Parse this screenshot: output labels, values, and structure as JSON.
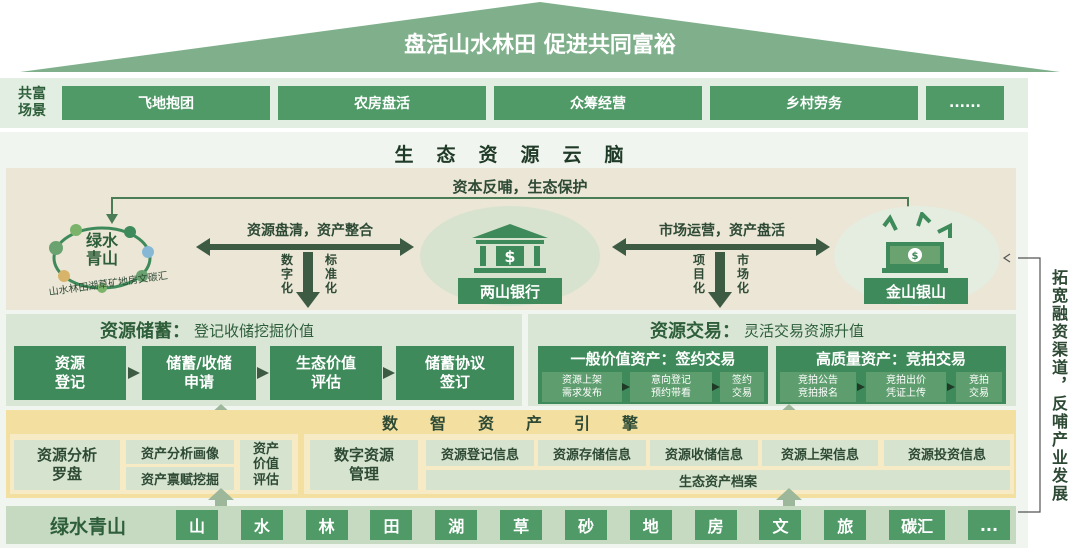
{
  "roof": {
    "title": "盘活山水林田  促进共同富裕"
  },
  "scenarios": {
    "label": "共富\n场景",
    "items": [
      "飞地抱团",
      "农房盘活",
      "众筹经营",
      "乡村劳务",
      "......"
    ]
  },
  "brain": {
    "title": "生　态　资　源　云　脑"
  },
  "top": {
    "feedback": "资本反哺，生态保护",
    "left_flow": "资源盘清，资产整合",
    "right_flow": "市场运营，资产盘活",
    "left_down_a": "数字化",
    "left_down_b": "标准化",
    "right_down_a": "项目化",
    "right_down_b": "市场化",
    "circle_title": "绿水\n青山",
    "circle_caption": "山水林田湖草矿地房文碳汇",
    "bank": "两山银行",
    "gold": "金山银山"
  },
  "storage": {
    "title": "资源储蓄：",
    "subtitle": "登记收储挖掘价值",
    "steps": [
      "资源\n登记",
      "储蓄/收储\n申请",
      "生态价值\n评估",
      "储蓄协议\n签订"
    ]
  },
  "trade": {
    "title": "资源交易：",
    "subtitle": "灵活交易资源升值",
    "general": {
      "title": "一般价值资产：签约交易",
      "a": "资源上架\n需求发布",
      "b": "意向登记\n预约带看",
      "c": "签约\n交易"
    },
    "high": {
      "title": "高质量资产：竞拍交易",
      "a": "竞拍公告\n竞拍报名",
      "b": "竞拍出价\n凭证上传",
      "c": "竞拍\n交易"
    }
  },
  "engine": {
    "title": "数　　智　　资　　产　　引　　擎",
    "analysis": "资源分析\n罗盘",
    "portrait": "资产分析画像",
    "endowment": "资产禀赋挖掘",
    "valuation": "资产\n价值\n评估",
    "digital": "数字资源\n管理",
    "infos": [
      "资源登记信息",
      "资源存储信息",
      "资源收储信息",
      "资源上架信息",
      "资源投资信息"
    ],
    "archive": "生态资产档案"
  },
  "base": {
    "label": "绿水青山",
    "items": [
      "山",
      "水",
      "林",
      "田",
      "湖",
      "草",
      "砂",
      "地",
      "房",
      "文",
      "旅",
      "碳汇",
      "..."
    ]
  },
  "side": {
    "text": "拓宽融资渠道，反哺产业发展"
  }
}
